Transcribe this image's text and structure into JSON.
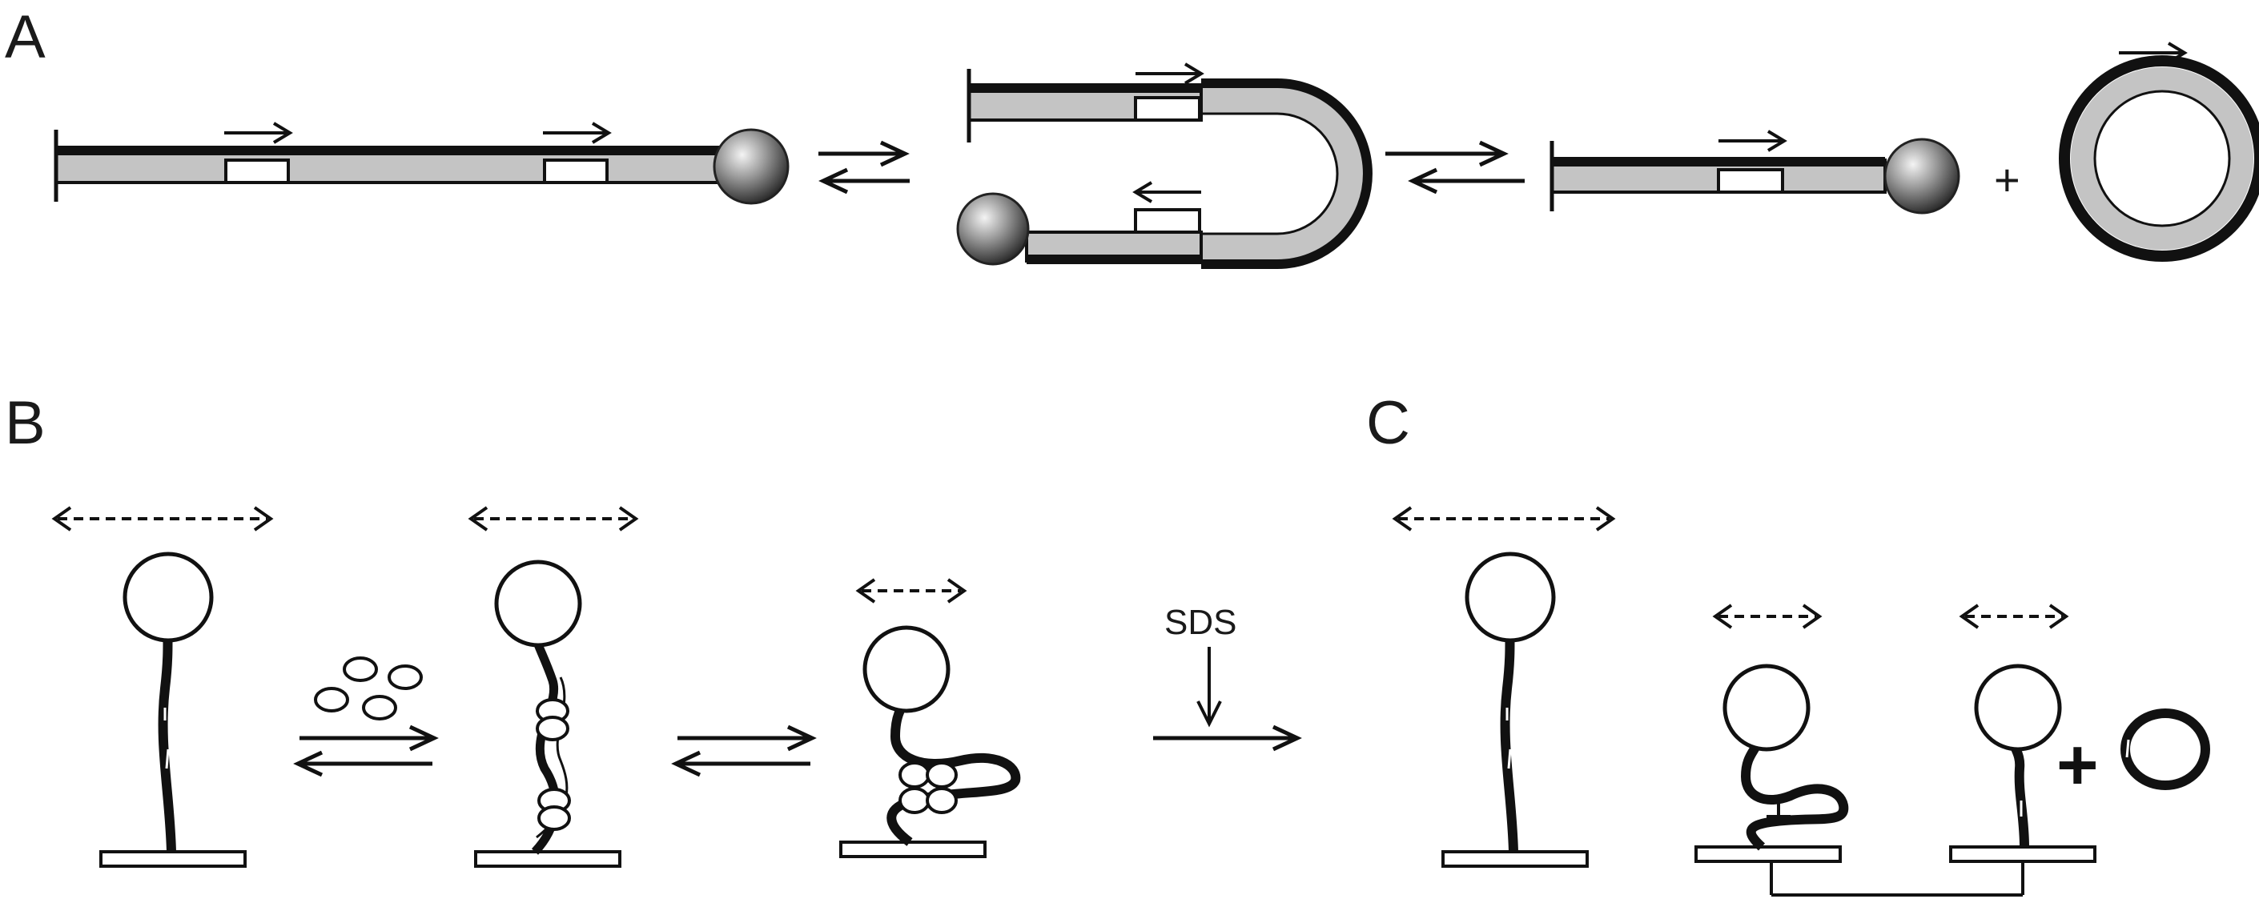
{
  "panels": {
    "a": {
      "label": "A"
    },
    "b": {
      "label": "B"
    },
    "c": {
      "label": "C"
    }
  },
  "operators": {
    "plus": "+",
    "plus_bold": "+"
  },
  "reagent": {
    "sds": "SDS"
  },
  "colors": {
    "stroke": "#111111",
    "dna_gray": "#c4c4c4",
    "site_white": "#ffffff",
    "bead_light": "#f2f2f2",
    "bead_dark": "#2a2a2a"
  }
}
